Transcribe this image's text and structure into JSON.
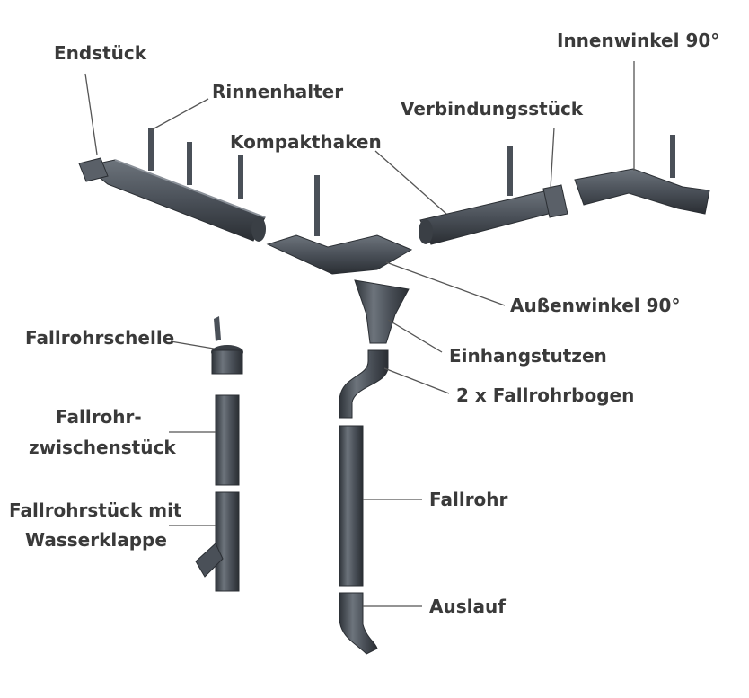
{
  "labels": {
    "endstueck": "Endstück",
    "rinnenhalter": "Rinnenhalter",
    "kompakthaken": "Kompakthaken",
    "verbindungsstueck": "Verbindungsstück",
    "innenwinkel": "Innenwinkel 90°",
    "aussenwinkel": "Außenwinkel 90°",
    "fallrohrschelle": "Fallrohrschelle",
    "einhangstutzen": "Einhangstutzen",
    "fallrohrbogen": "2 x Fallrohrbogen",
    "zwischenstueck_1": "Fallrohr-",
    "zwischenstueck_2": "zwischenstück",
    "fallrohr": "Fallrohr",
    "wasserklappe_1": "Fallrohrstück mit",
    "wasserklappe_2": "Wasserklappe",
    "auslauf": "Auslauf"
  },
  "colors": {
    "metal": "#4a5058",
    "metal_light": "#6d747c",
    "metal_dark": "#2f343a",
    "label_text": "#3a3a3a",
    "leader_line": "#555555"
  }
}
